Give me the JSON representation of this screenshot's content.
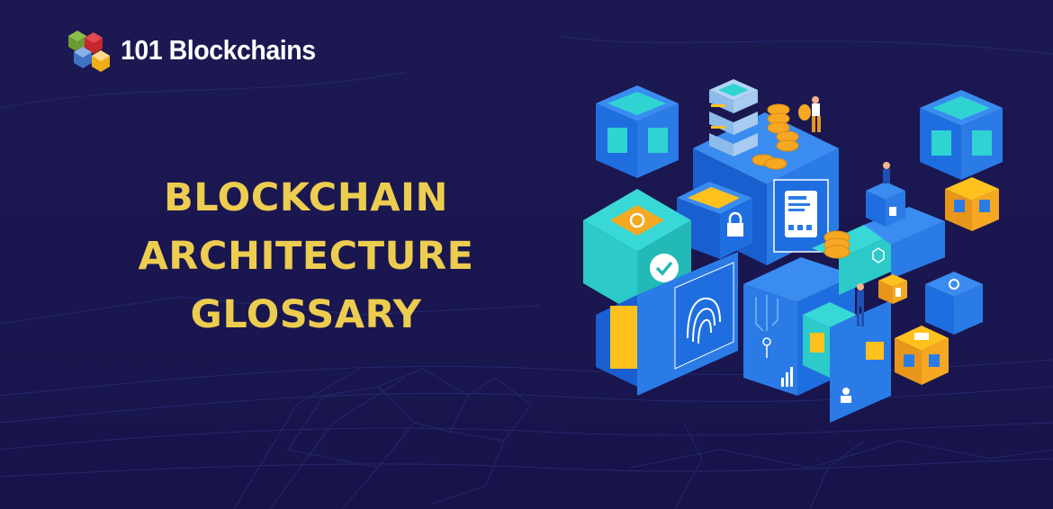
{
  "brand": {
    "name": "101 Blockchains",
    "logo_icon": "stacked-cubes-logo-icon",
    "logo_colors": [
      "#6b9a35",
      "#c5252c",
      "#3e73c4",
      "#f0ad18"
    ]
  },
  "headline": {
    "lines": [
      "BLOCKCHAIN",
      "ARCHITECTURE",
      "GLOSSARY"
    ],
    "color": "#edcd4f"
  },
  "background": {
    "color": "#1b1750",
    "pattern": "network-mesh"
  },
  "illustration": {
    "description": "isometric blockchain cubes",
    "icons": [
      "server-stack-icon",
      "coin-stack-icon",
      "padlock-icon",
      "refresh-icon",
      "verified-badge-icon",
      "fingerprint-icon",
      "dashboard-panel-icon",
      "shield-key-icon",
      "key-icon",
      "bar-chart-icon",
      "user-icon",
      "magnifier-icon",
      "image-icon",
      "document-icon",
      "qr-code-icon"
    ],
    "palette": {
      "blue": "#2b7be6",
      "blue_dark": "#1a5fcf",
      "teal": "#2fd4d2",
      "orange": "#f6a823",
      "yellow": "#ffc11e"
    }
  }
}
